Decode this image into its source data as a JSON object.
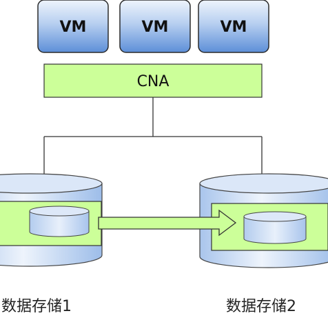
{
  "vms": [
    {
      "label": "VM"
    },
    {
      "label": "VM"
    },
    {
      "label": "VM"
    }
  ],
  "cna": {
    "label": "CNA"
  },
  "storages": [
    {
      "label": "数据存储1"
    },
    {
      "label": "数据存储2"
    }
  ],
  "colors": {
    "vm_top": "#eef4fc",
    "vm_bottom": "#5d8fd8",
    "vm_border": "#2a2a2a",
    "cna_fill": "#ccff99",
    "container_fill": "#ccff99",
    "arrow_fill": "#ccff99",
    "cylinder_light": "#eef4fc",
    "cylinder_dark": "#a4c2eb",
    "outline": "#333333"
  }
}
